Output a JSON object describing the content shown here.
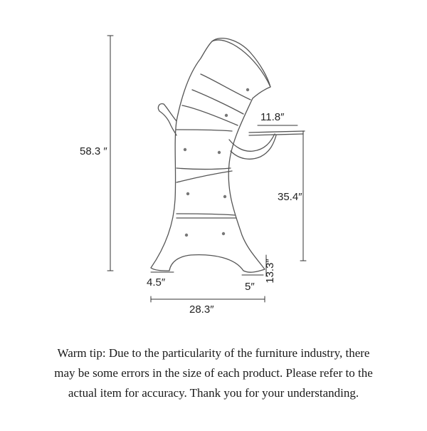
{
  "dimensions": {
    "total_height": "58.3  ″",
    "table_width": "11.8″",
    "table_height": "35.4″",
    "left_foot": "4.5″",
    "right_foot": "5″",
    "foot_height": "13.3″",
    "total_width": "28.3″"
  },
  "tip": {
    "line1": "Warm tip: Due to the particularity of the furniture industry, there",
    "line2": "may be some errors in the size of each product. Please refer to the",
    "line3": "actual item for accuracy. Thank you for your understanding."
  }
}
